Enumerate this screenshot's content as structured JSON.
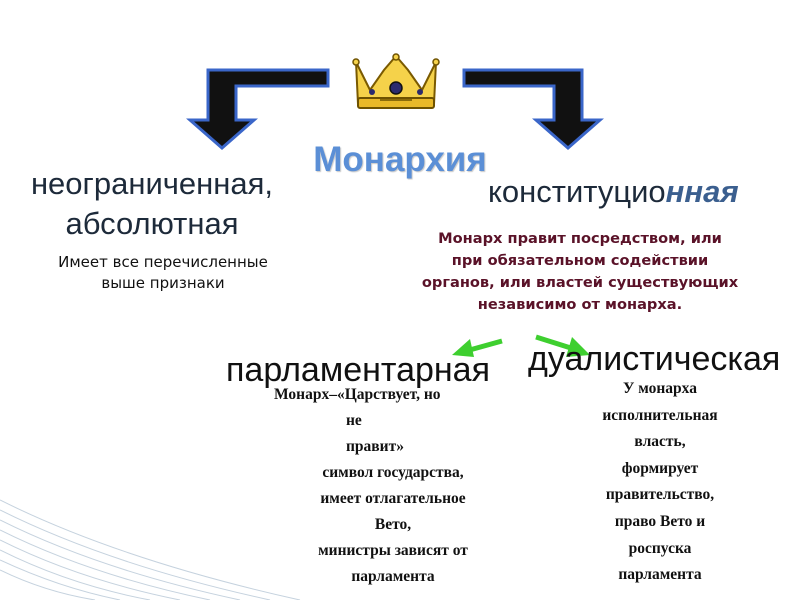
{
  "title": "Монархия",
  "absolute": {
    "heading_line1": "неограниченная,",
    "heading_line2": "абсолютная",
    "description_line1": "Имеет все перечисленные",
    "description_line2": "выше признаки"
  },
  "constitutional": {
    "heading_main": "конституцио",
    "heading_emphasis": "нная",
    "description_lines": [
      "Монарх правит посредством, или",
      "при обязательном содействии",
      "органов, или властей существующих",
      "независимо от монарха."
    ]
  },
  "parliamentary": {
    "heading": "парламентарная",
    "description_lines": [
      "Монарх–«Царствует, но",
      "не",
      "правит»",
      "символ государства,",
      "имеет отлагательное",
      "Вето,",
      "министры зависят от",
      "парламента"
    ]
  },
  "dualistic": {
    "heading": "дуалистическая",
    "description_lines": [
      "У монарха",
      "исполнительная",
      "власть,",
      "формирует",
      "правительство,",
      "право Вето и",
      "роспуска",
      "парламента"
    ]
  },
  "colors": {
    "title": "#5b8fd6",
    "arrow_fill": "#111111",
    "arrow_outline": "#3a66c9",
    "green_arrows": "#3ecf2f",
    "constitutional_text": "#5a1228"
  },
  "icons": [
    "crown-icon",
    "down-arrow-left-icon",
    "down-arrow-right-icon",
    "green-arrow-left-icon",
    "green-arrow-right-icon"
  ]
}
